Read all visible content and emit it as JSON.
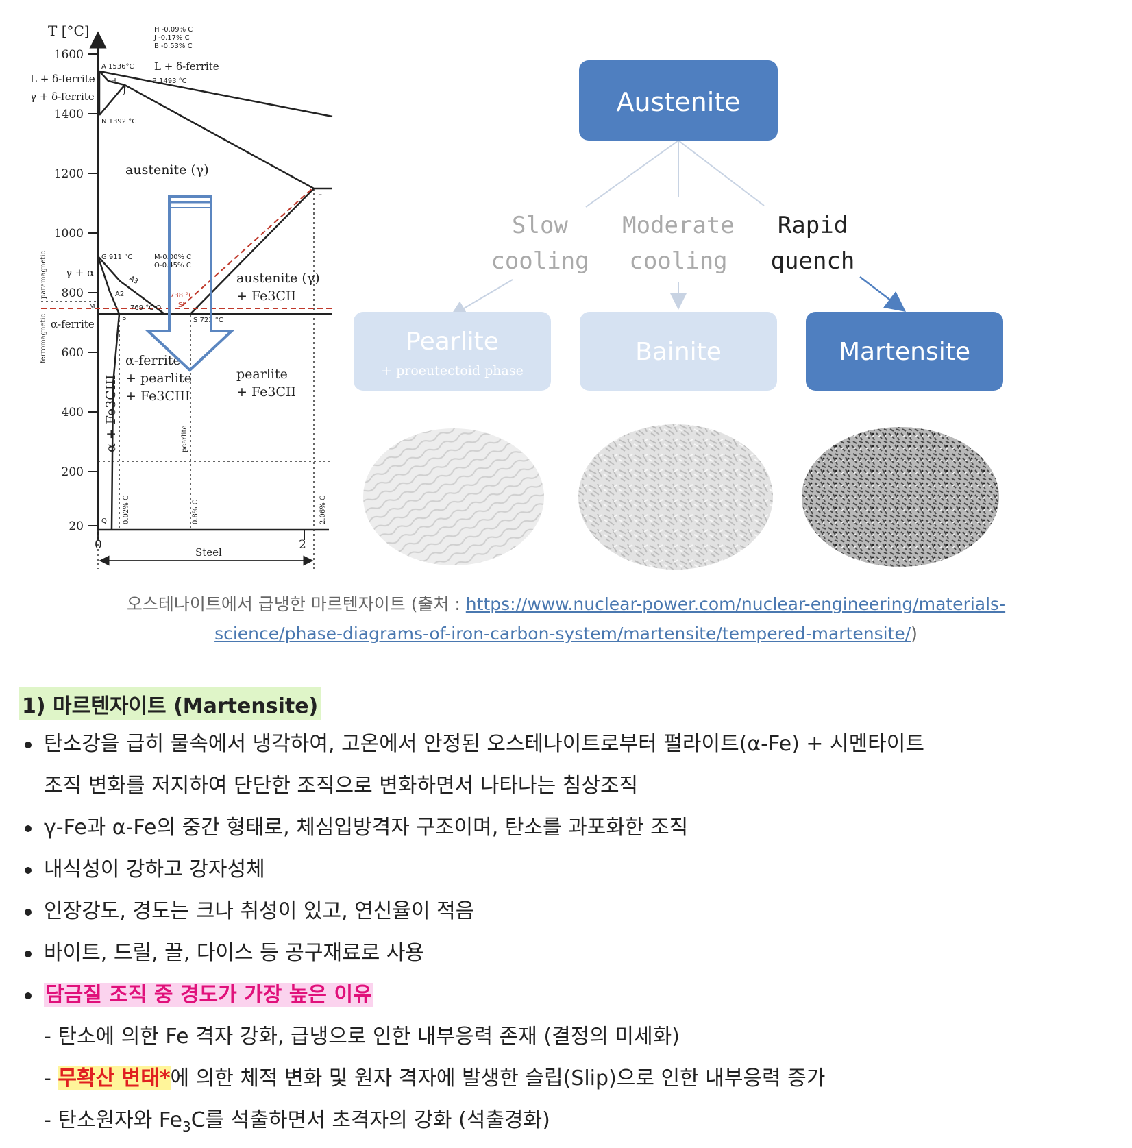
{
  "diagram": {
    "axis_title": "T [°C]",
    "y_ticks": [
      "1600",
      "1400",
      "1200",
      "1000",
      "800",
      "600",
      "400",
      "200",
      "20"
    ],
    "x_ticks": [
      "0",
      "2"
    ],
    "x_label": "Steel",
    "legend_hjb": [
      "H -0.09% C",
      "J -0.17% C",
      "B -0.53% C"
    ],
    "points": {
      "A": "A 1536°C",
      "B": "B 1493 °C",
      "N": "N 1392 °C",
      "G": "G 911 °C",
      "MO": [
        "M-0.00% C",
        "O-0.45% C"
      ],
      "P": "P",
      "S": "S 723 °C",
      "E": "E",
      "M": "M",
      "Q": "Q",
      "H": "H",
      "J": "J",
      "t769": "769 °C O",
      "t738": "738 °C",
      "sprime": "S'",
      "A3": "A3",
      "A2": "A2"
    },
    "region_labels": {
      "l_delta": "L + δ-ferrite",
      "l_delta_right": "L + δ-ferrite",
      "gamma_delta": "γ + δ-ferrite",
      "austenite": "austenite (γ)",
      "gamma_alpha": "γ + α",
      "alpha_ferrite": "α-ferrite",
      "austenite_fe3c": "austenite (γ)",
      "austenite_fe3c_2": "+ Fe3CII",
      "ferrite_pearlite": [
        "α-ferrite",
        "+ pearlite",
        "+ Fe3CIII"
      ],
      "pearlite_fe3c": [
        "pearlite",
        "+ Fe3CII"
      ],
      "alpha_fe3c": "α + Fe3CIII",
      "paramagnetic": "paramagnetic",
      "ferromagnetic": "ferromagnetic",
      "pearlite_v": "pearlite"
    },
    "composition_labels": [
      "0.02% C",
      "0.8% C",
      "2.06% C"
    ]
  },
  "flow": {
    "austenite": "Austenite",
    "slow": [
      "Slow",
      "cooling"
    ],
    "moderate": [
      "Moderate",
      "cooling"
    ],
    "rapid": [
      "Rapid",
      "quench"
    ],
    "pearlite": "Pearlite",
    "pearlite_sub": "+ proeutectoid phase",
    "bainite": "Bainite",
    "martensite": "Martensite"
  },
  "colors": {
    "active_box": "#4f7fc0",
    "faded_box": "#d6e2f2",
    "faded_text": "#a9a9a9",
    "arrow_outline": "#5b86c0"
  },
  "caption": {
    "text": "오스테나이트에서 급냉한 마르텐자이트 (출처 : ",
    "link_line1": "https://www.nuclear-power.com/nuclear-engineering/materials-",
    "link_line2": "science/phase-diagrams-of-iron-carbon-system/martensite/tempered-martensite/",
    "close": ")"
  },
  "heading": "1) 마르텐자이트 (Martensite)",
  "bullets": {
    "b1_line1": "탄소강을 급히 물속에서 냉각하여, 고온에서 안정된 오스테나이트로부터 펄라이트(α-Fe) + 시멘타이트",
    "b1_line2": "조직 변화를 저지하여 단단한 조직으로 변화하면서 나타나는 침상조직",
    "b2": "γ-Fe과 α-Fe의 중간 형태로, 체심입방격자 구조이며, 탄소를 과포화한 조직",
    "b3": "내식성이 강하고 강자성체",
    "b4": "인장강도, 경도는 크나 취성이 있고, 연신율이 적음",
    "b5": "바이트, 드릴, 끌, 다이스 등 공구재료로 사용",
    "b6": "담금질 조직 중 경도가 가장 높은 이유",
    "s1": "- 탄소에 의한 Fe 격자 강화, 급냉으로 인한 내부응력 존재 (결정의 미세화)",
    "s2_prefix": "- ",
    "s2_hl": "무확산 변태*",
    "s2_rest": "에 의한 체적 변화 및 원자 격자에 발생한 슬립(Slip)으로 인한 내부응력 증가",
    "s3_a": "- 탄소원자와 Fe",
    "s3_sub": "3",
    "s3_b": "C를 석출하면서 초격자의 강화 (석출경화)"
  }
}
